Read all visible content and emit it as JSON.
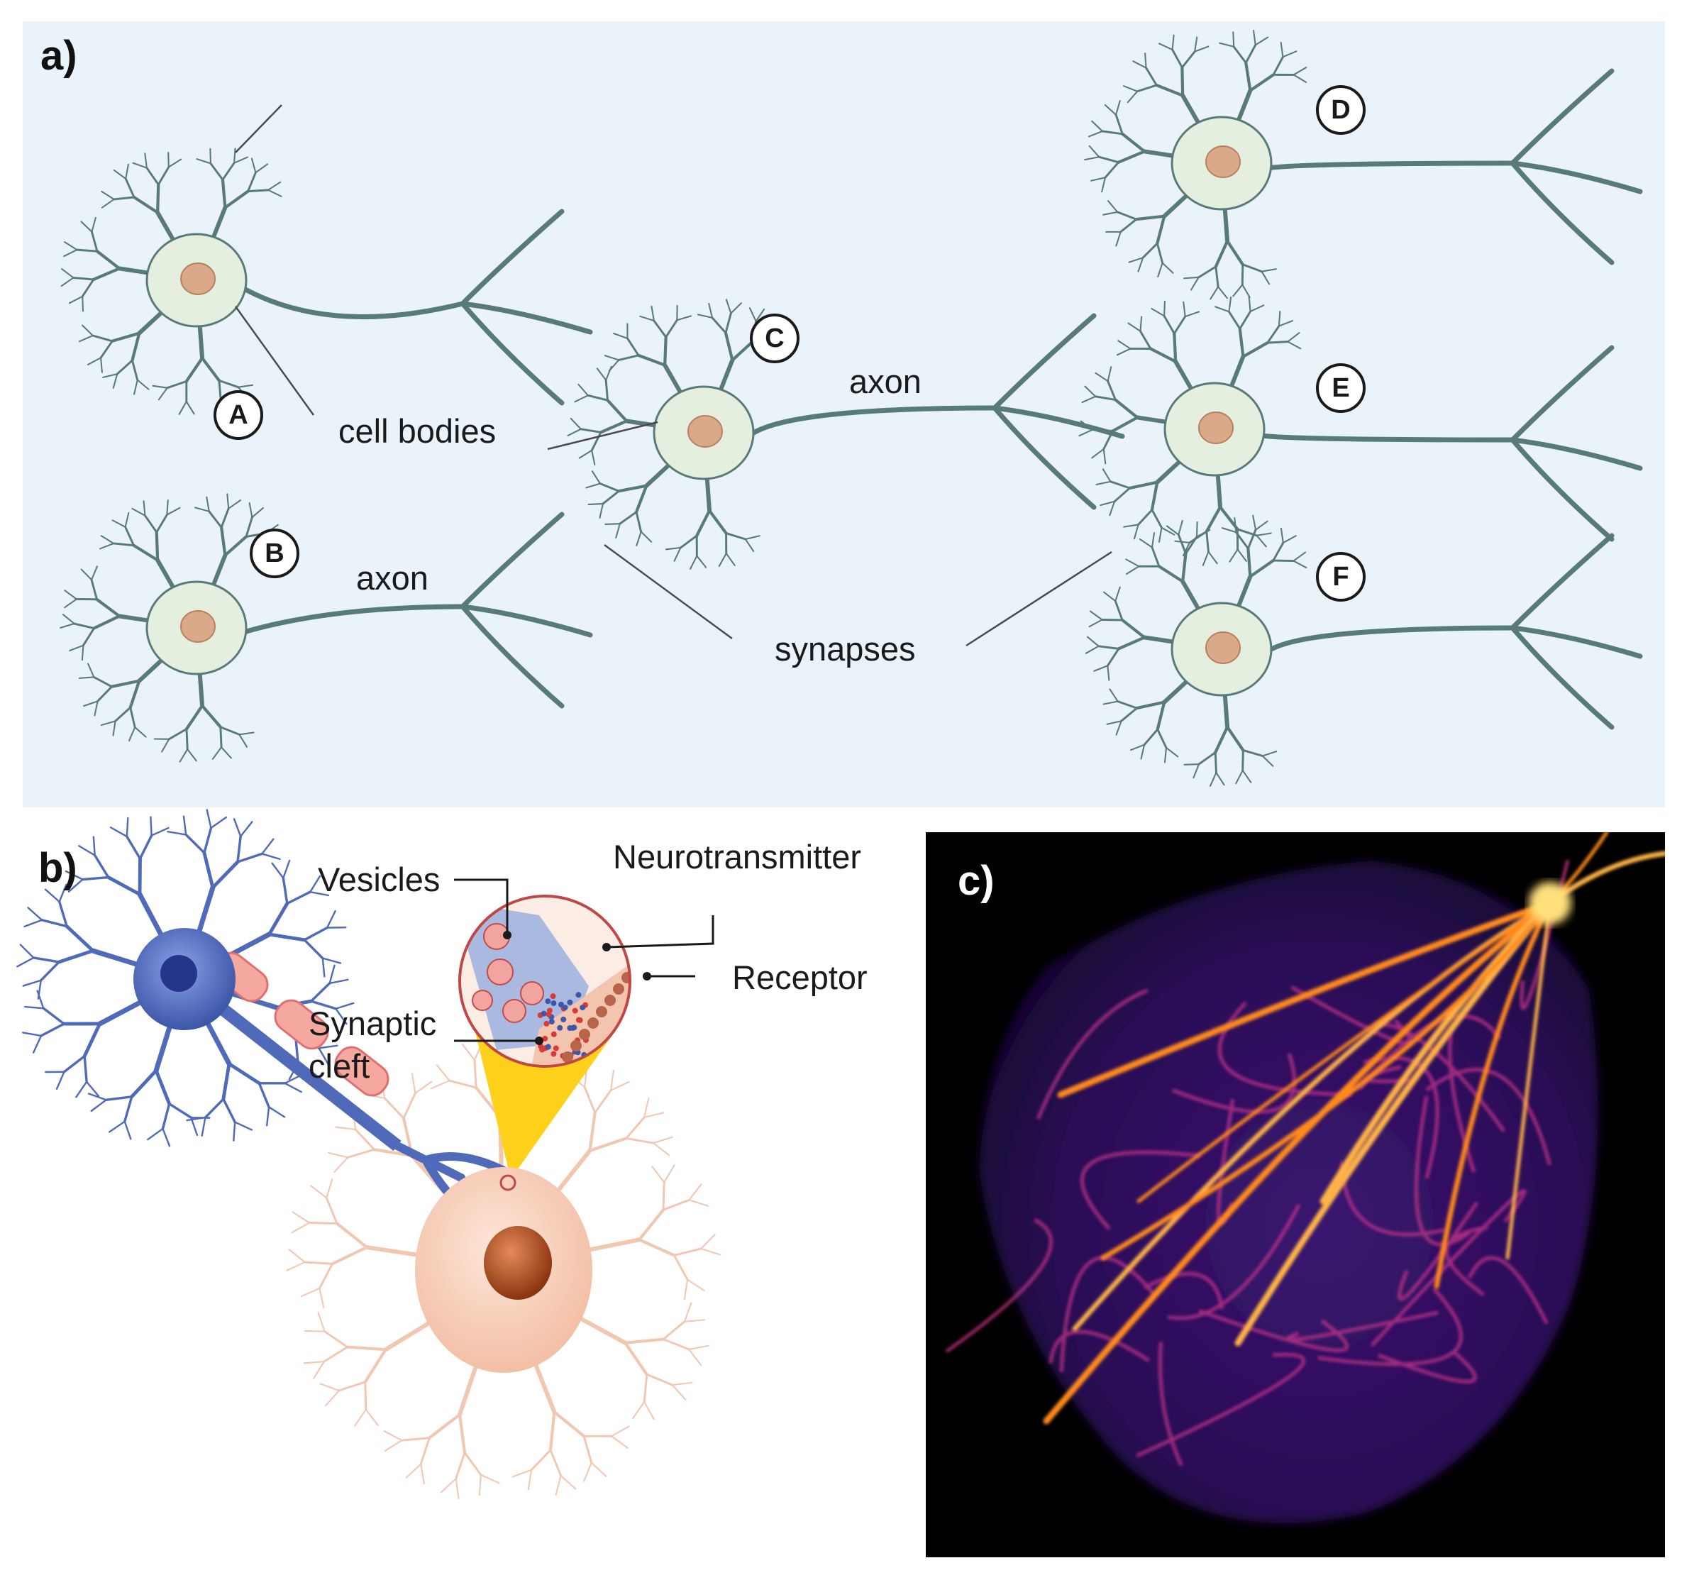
{
  "panel_a": {
    "label": "a)",
    "neurons": [
      "A",
      "B",
      "C",
      "D",
      "E",
      "F"
    ],
    "labels": {
      "cell_bodies": "cell bodies",
      "axon_c": "axon",
      "axon_b": "axon",
      "synapses": "synapses"
    }
  },
  "panel_b": {
    "label": "b)",
    "labels": {
      "vesicles": "Vesicles",
      "neurotransmitter": "Neurotransmitter",
      "receptor": "Receptor",
      "synaptic": "Synaptic",
      "cleft": "cleft"
    }
  },
  "panel_c": {
    "label": "c)"
  },
  "colors": {
    "neuron_a": "#587b78",
    "soma": "#e4efdf",
    "nucleus": "#d9a98a",
    "presyn": "#4e6ab8",
    "postsyn": "#f6cdb8",
    "glow": "#ff9a2a"
  }
}
